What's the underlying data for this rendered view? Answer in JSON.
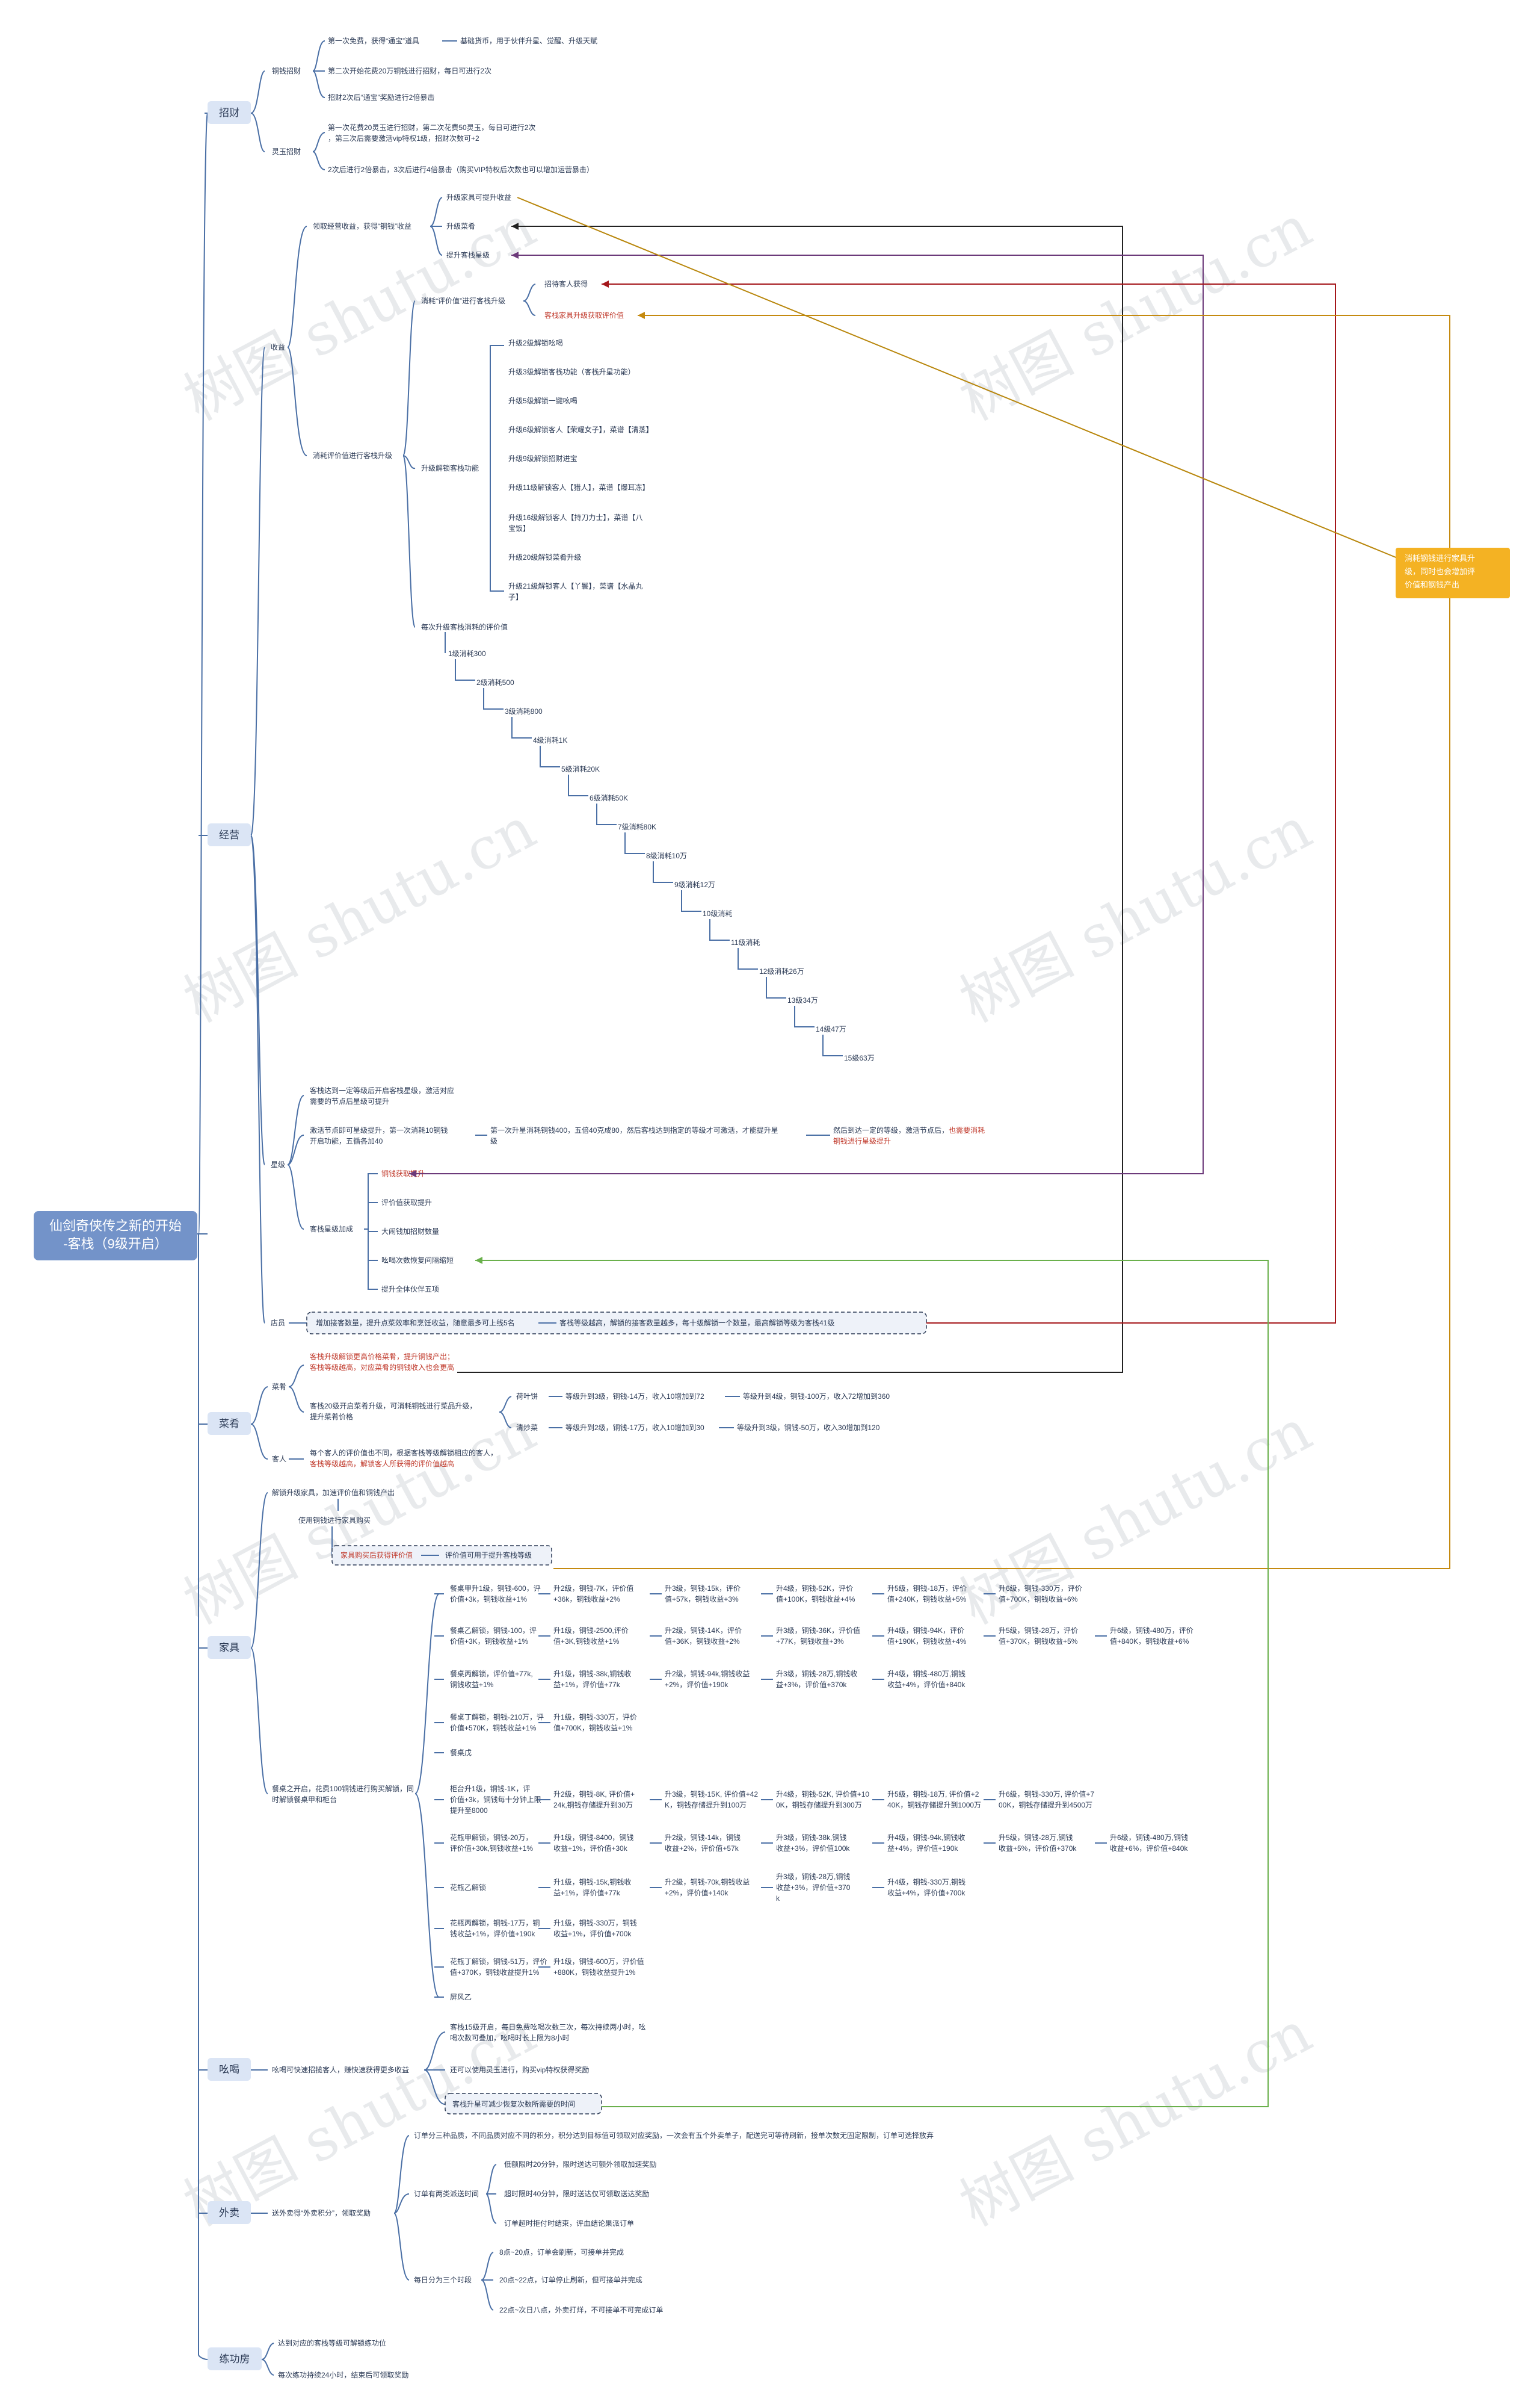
{
  "root": {
    "title_line1": "仙剑奇侠传之新的开始",
    "title_line2": "-客栈（9级开启）"
  },
  "callout": {
    "lines": [
      "消耗钢钱进行家具升",
      "级，同时也会增加评",
      "价值和钢钱产出"
    ]
  },
  "watermarks": [
    "树图 shutu.cn",
    "树图 shutu.cn",
    "树图 shutu.cn",
    "树图 shutu.cn",
    "树图 shutu.cn",
    "树图 shutu.cn",
    "树图 shutu.cn",
    "树图 shutu.cn"
  ],
  "branches": {
    "zhaocai": {
      "label": "招财",
      "tongqian": {
        "label": "铜钱招财",
        "items": [
          "第一次免费，获得“通宝”道具",
          "基础货币，用于伙伴升星、觉醒、升级天赋",
          "第二次开始花费20万铜钱进行招财，每日可进行2次",
          "招财2次后“通宝”奖励进行2倍暴击"
        ]
      },
      "lingyu": {
        "label": "灵玉招财",
        "items": [
          "第一次花费20灵玉进行招财，第二次花费50灵玉，每日可进行2次",
          "，第三次后需要激活vip特权1级，招财次数可+2",
          "2次后进行2倍暴击，3次后进行4倍暴击（购买VIP特权后次数也可以增加运营暴击）"
        ]
      }
    },
    "jingying": {
      "label": "经营",
      "shouyi": {
        "label": "收益",
        "lingqu": "领取经营收益，获得“铜钱”收益",
        "lingqu_sub": [
          "升级家具可提升收益",
          "升级菜肴",
          "提升客栈星级"
        ],
        "xiaohao": "消耗评价值进行客栈升级",
        "xiaohao_sub": "消耗“评价值”进行客栈升级",
        "xiaohao_sub_items": [
          "招待客人获得",
          "客栈家具升级获取评价值"
        ],
        "unlock_label": "升级解锁客栈功能",
        "unlocks": [
          "升级2级解锁吆喝",
          "升级3级解锁客栈功能（客栈升星功能）",
          "升级5级解锁一键吆喝",
          "升级6级解锁客人【荣耀女子】，菜谱【清蒸】",
          "升级9级解锁招财进宝",
          "升级11级解锁客人【猎人】，菜谱【爆耳冻】",
          "升级16级解锁客人【持刀力士】，菜谱【八",
          "宝饭】",
          "升级20级解锁菜肴升级",
          "升级21级解锁客人【丫鬟】，菜谱【水晶丸",
          "子】"
        ],
        "cost_label": "每次升级客栈消耗的评价值",
        "costs": [
          "1级消耗300",
          "2级消耗500",
          "3级消耗800",
          "4级消耗1K",
          "5级消耗20K",
          "6级消耗50K",
          "7级消耗80K",
          "8级消耗10万",
          "9级消耗12万",
          "10级消耗",
          "11级消耗",
          "12级消耗26万",
          "13级34万",
          "14级47万",
          "15级63万"
        ]
      },
      "xingji": {
        "label": "星级",
        "desc": [
          "客栈达到一定等级后开启客栈星级，激活对应",
          "需要的节点后星级可提升"
        ],
        "jihuo": [
          "激活节点即可星级提升，第一次消耗10铜钱",
          "开启功能，五循各加40"
        ],
        "jihuo_sub": [
          "第一次升星消耗铜钱400，五倍40克成80，然后客栈达到指定的等级才可激活，才能提升星",
          "级"
        ],
        "jihuo_sub2": [
          "然后到达一定的等级，激活节点后，",
          "铜钱进行星级提升"
        ],
        "jihuo_sub2_red": "也需要消耗",
        "jiacheng_label": "客栈星级加成",
        "jiacheng": [
          "铜钱获取提升",
          "评价值获取提升",
          "大闹钱加招财数量",
          "吆喝次数恢复间隔缩短",
          "提升全体伙伴五项"
        ]
      },
      "dianyuan": {
        "label": "店员",
        "text": "增加接客数量，提升点菜效率和烹饪收益，随意最多可上线5名",
        "sub": "客栈等级越高，解锁的接客数量越多，每十级解锁一个数量，最高解锁等级为客栈41级"
      }
    },
    "caiyao": {
      "label": "菜肴",
      "caipu_label": "菜肴",
      "red_lines": [
        "客栈升级解锁更高价格菜肴，提升铜钱产出；",
        "客栈等级越高，对应菜肴的铜钱收入也会更高"
      ],
      "shengji": [
        "客栈20级开启菜肴升级，可消耗铜钱进行菜品升级，",
        "提升菜肴价格"
      ],
      "lines": [
        {
          "name": "荷叶饼",
          "a": "等级升到3级，铜钱-14万，收入10增加到72",
          "b": "等级升到4级，铜钱-100万，收入72增加到360"
        },
        {
          "name": "清炒菜",
          "a": "等级升到2级，铜钱-17万，收入10增加到30",
          "b": "等级升到3级，铜钱-50万，收入30增加到120"
        }
      ],
      "keren_label": "客人",
      "keren": [
        "每个客人的评价值也不同，根据客栈等级解锁相应的客人，",
        "客栈等级越高，解锁客人所获得的评价值越高"
      ]
    },
    "jiaju": {
      "label": "家具",
      "unlock": "解锁升级家具，加速评价值和铜钱产出",
      "use": "使用铜钱进行家具购买",
      "buy": "家具购买后获得评价值",
      "score": "评价值可用于提升客栈等级",
      "left_label": [
        "餐桌之开启，花费100铜钱进行购买解锁，同",
        "时解锁餐桌甲和柜台"
      ],
      "rows": [
        {
          "name": [
            "餐桌甲升1级，铜钱-600，评",
            "价值+3k，铜钱收益+1%"
          ],
          "steps": [
            [
              "升2级，铜钱-7K，评价值",
              "+36k，铜钱收益+2%"
            ],
            [
              "升3级，铜钱-15k，评价",
              "值+57k，铜钱收益+3%"
            ],
            [
              "升4级，铜钱-52K，评价",
              "值+100K，铜钱收益+4%"
            ],
            [
              "升5级，铜钱-18万，评价",
              "值+240K，铜钱收益+5%"
            ],
            [
              "升6级，铜钱-330万，评价",
              "值+700K，铜钱收益+6%"
            ]
          ]
        },
        {
          "name": [
            "餐桌乙解锁，铜钱-100，评",
            "价值+3K，铜钱收益+1%"
          ],
          "steps": [
            [
              "升1级，铜钱-2500,评价",
              "值+3K,铜钱收益+1%"
            ],
            [
              "升2级，铜钱-14K，评价",
              "值+36K，铜钱收益+2%"
            ],
            [
              "升3级，铜钱-36K，评价值",
              "+77K，铜钱收益+3%"
            ],
            [
              "升4级，铜钱-94K，评价",
              "值+190K，铜钱收益+4%"
            ],
            [
              "升5级，铜钱-28万，评价",
              "值+370K，铜钱收益+5%"
            ],
            [
              "升6级，铜钱-480万，评价",
              "值+840K，铜钱收益+6%"
            ]
          ]
        },
        {
          "name": [
            "餐桌丙解锁，评价值+77k,",
            "铜钱收益+1%"
          ],
          "steps": [
            [
              "升1级，铜钱-38k,铜钱收",
              "益+1%，评价值+77k"
            ],
            [
              "升2级，铜钱-94k,铜钱收益",
              "+2%，评价值+190k"
            ],
            [
              "升3级，铜钱-28万,铜钱收",
              "益+3%，评价值+370k"
            ],
            [
              "升4级，铜钱-480万,铜钱",
              "收益+4%，评价值+840k"
            ]
          ]
        },
        {
          "name": [
            "餐桌丁解锁，铜钱-210万，评",
            "价值+570K，铜钱收益+1%"
          ],
          "steps": [
            [
              "升1级，铜钱-330万，评价",
              "值+700K，铜钱收益+1%"
            ]
          ]
        },
        {
          "name": [
            "餐桌戊"
          ],
          "steps": []
        },
        {
          "name": [
            "柜台升1级，铜钱-1K，评",
            "价值+3k，铜钱每十分钟上限",
            "提升至8000"
          ],
          "steps": [
            [
              "升2级，铜钱-8K, 评价值+",
              "24k,铜钱存储提升到30万"
            ],
            [
              "升3级，铜钱-15K, 评价值+42",
              "K，铜钱存储提升到100万"
            ],
            [
              "升4级，铜钱-52K, 评价值+10",
              "0K，铜钱存储提升到300万"
            ],
            [
              "升5级，铜钱-18万, 评价值+2",
              "40K，铜钱存储提升到1000万"
            ],
            [
              "升6级，铜钱-330万, 评价值+7",
              "00K，铜钱存储提升到4500万"
            ]
          ]
        },
        {
          "name": [
            "花瓶甲解锁，铜钱-20万，",
            "评价值+30k,铜钱收益+1%"
          ],
          "steps": [
            [
              "升1级，铜钱-8400，铜钱",
              "收益+1%，评价值+30k"
            ],
            [
              "升2级，铜钱-14k，铜钱",
              "收益+2%，评价值+57k"
            ],
            [
              "升3级，铜钱-38k,铜钱",
              "收益+3%，评价值100k"
            ],
            [
              "升4级，铜钱-94k,铜钱收",
              "益+4%，评价值+190k"
            ],
            [
              "升5级，铜钱-28万,铜钱",
              "收益+5%，评价值+370k"
            ],
            [
              "升6级，铜钱-480万,铜钱",
              "收益+6%，评价值+840k"
            ]
          ]
        },
        {
          "name": [
            "花瓶乙解锁"
          ],
          "steps": [
            [
              "升1级，铜钱-15k,铜钱收",
              "益+1%，评价值+77k"
            ],
            [
              "升2级，铜钱-70k,铜钱收益",
              "+2%，评价值+140k"
            ],
            [
              "升3级，铜钱-28万,铜钱",
              "收益+3%，评价值+370",
              "k"
            ],
            [
              "升4级，铜钱-330万,铜钱",
              "收益+4%，评价值+700k"
            ]
          ]
        },
        {
          "name": [
            "花瓶丙解锁，铜钱-17万，铜",
            "钱收益+1%，评价值+190k"
          ],
          "steps": [
            [
              "升1级，铜钱-330万，铜钱",
              "收益+1%，评价值+700k"
            ]
          ]
        },
        {
          "name": [
            "花瓶丁解锁，铜钱-51万，评价",
            "值+370K，铜钱收益提升1%"
          ],
          "steps": [
            [
              "升1级，铜钱-600万，评价值",
              "+880K，铜钱收益提升1%"
            ]
          ]
        },
        {
          "name": [
            "屏风乙"
          ],
          "steps": []
        }
      ]
    },
    "yaohe": {
      "label": "吆喝",
      "text": "吆喝可快速招揽客人，赚快速获得更多收益",
      "items": [
        [
          "客栈15级开启，每日免费吆喝次数三次，每次持续两小时，吆",
          "喝次数可叠加，吆喝时长上限为8小时"
        ],
        [
          "还可以使用灵玉进行，购买vip特权获得奖励"
        ],
        [
          "客栈升星可减少恢复次数所需要的时间"
        ]
      ]
    },
    "waimai": {
      "label": "外卖",
      "text": "送外卖得“外卖积分”，领取奖励",
      "text_red": "外卖积分",
      "top": "订单分三种品质，不同品质对应不同的积分，积分达到目标值可领取对应奖励，一次会有五个外卖单子，配送完可等待刷新，接单次数无固定限制，订单可选择放弃",
      "types_label": "订单有两类派送时间",
      "types": [
        "低额限时20分钟，限时送达可额外领取加速奖励",
        "超时限时40分钟，限时送达仅可领取送达奖励",
        "订单超时拒付时结束，评血结论果派订单"
      ],
      "time_label": "每日分为三个时段",
      "times": [
        "8点~20点，订单会刷新，可接单并完成",
        "20点~22点，订单停止刷新，但可接单并完成",
        "22点~次日八点，外卖打烊，不可接单不可完成订单"
      ]
    },
    "liangong": {
      "label": "练功房",
      "items": [
        "达到对应的客栈等级可解锁练功位",
        "每次练功持续24小时，结束后可领取奖励"
      ]
    }
  }
}
